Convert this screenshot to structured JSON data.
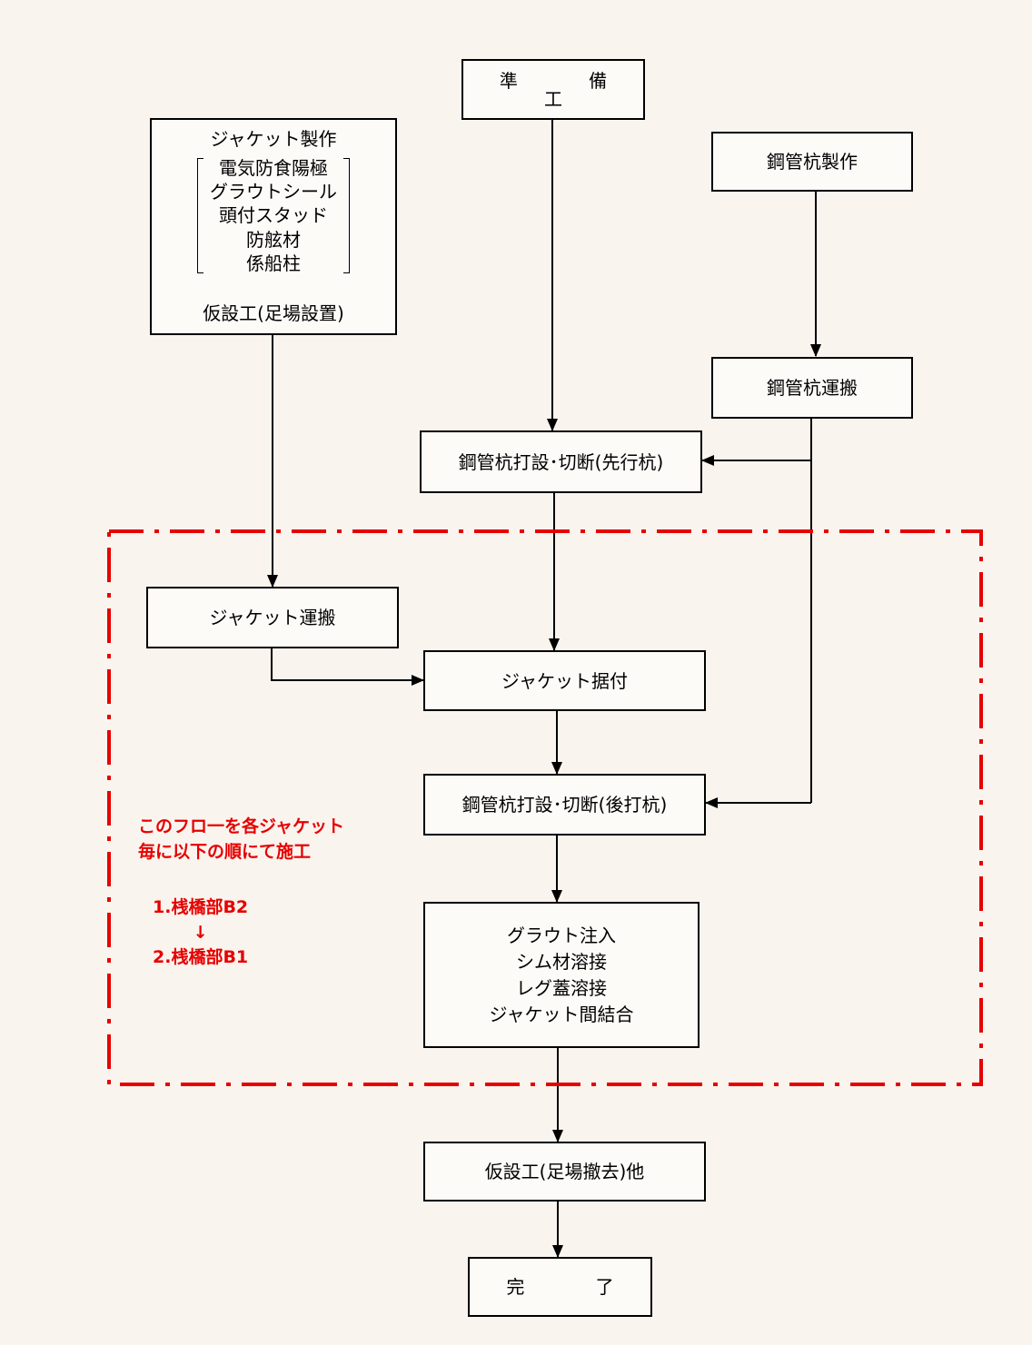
{
  "boxes": {
    "preparation": "準 備 工",
    "jacket_fabrication": {
      "title": "ジャケット製作",
      "items": [
        "電気防食陽極",
        "グラウトシール",
        "頭付スタッド",
        "防舷材",
        "係船柱"
      ],
      "footer": "仮設工(足場設置)"
    },
    "pile_fabrication": "鋼管杭製作",
    "pile_transport": "鋼管杭運搬",
    "pile_driving_first": "鋼管杭打設･切断(先行杭)",
    "jacket_transport": "ジャケット運搬",
    "jacket_installation": "ジャケット据付",
    "pile_driving_after": "鋼管杭打設･切断(後打杭)",
    "finishing": [
      "グラウト注入",
      "シム材溶接",
      "レグ蓋溶接",
      "ジャケット間結合"
    ],
    "temporary_removal": "仮設工(足場撤去)他",
    "completion": "完 了"
  },
  "note": {
    "lines": [
      "このフロ一を各ジャケット",
      "毎に以下の順にて施工"
    ],
    "sequence": [
      "1.桟橋部B2",
      "↓",
      "2.桟橋部B1"
    ]
  },
  "colors": {
    "accent": "#e60000",
    "line": "#000000",
    "background": "#faf4ee"
  }
}
